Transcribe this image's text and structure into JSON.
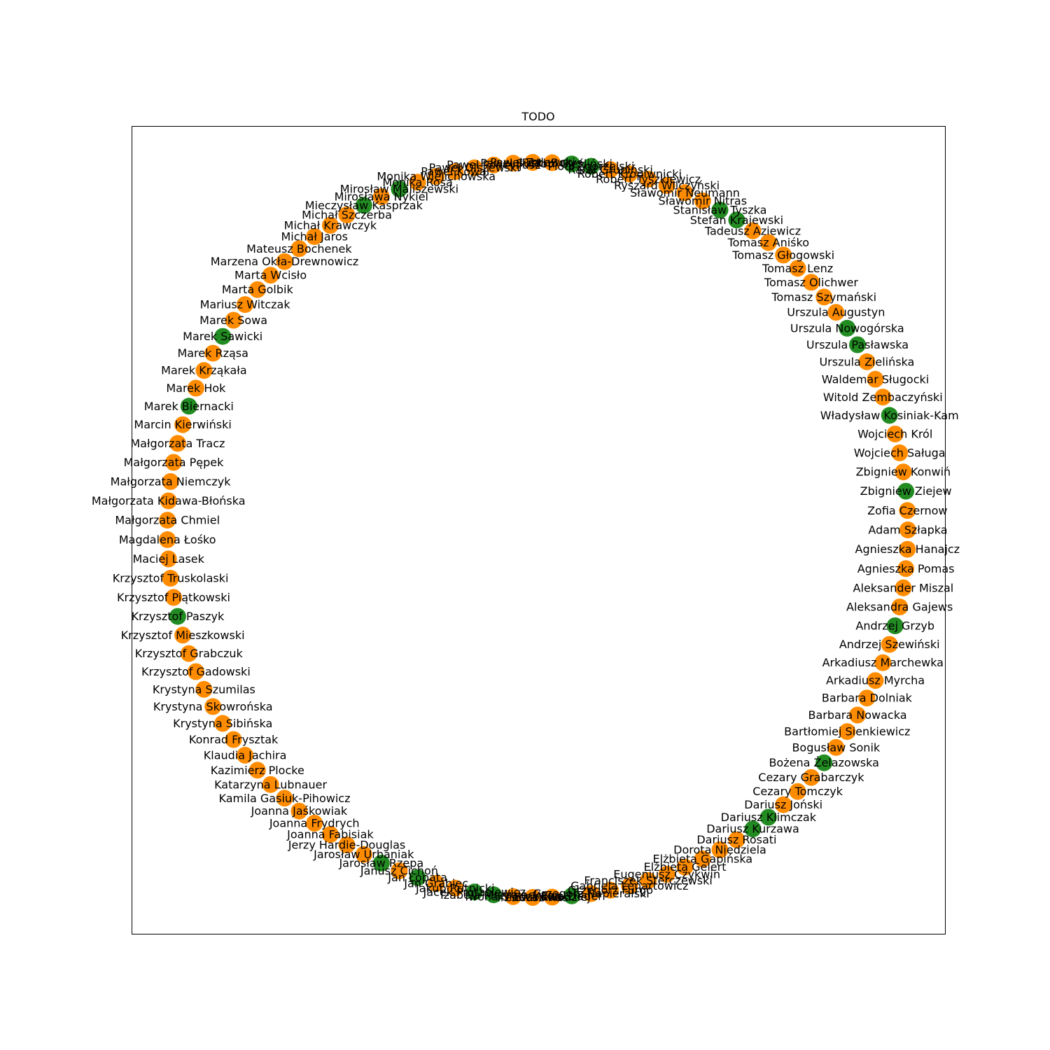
{
  "title": "TODO",
  "colors": {
    "orange": "#ff8c00",
    "green": "#228b22",
    "frame": "#000000",
    "background": "#ffffff"
  },
  "nodes": [
    {
      "label": "Zofia Czernow",
      "color": "orange"
    },
    {
      "label": "Zbigniew Ziejew",
      "color": "green"
    },
    {
      "label": "Zbigniew Konwiń",
      "color": "orange"
    },
    {
      "label": "Wojciech Saługa",
      "color": "orange"
    },
    {
      "label": "Wojciech Król",
      "color": "orange"
    },
    {
      "label": "Władysław Kosiniak-Kam",
      "color": "green"
    },
    {
      "label": "Witold Zembaczyński",
      "color": "orange"
    },
    {
      "label": "Waldemar Sługocki",
      "color": "orange"
    },
    {
      "label": "Urszula Zielińska",
      "color": "orange"
    },
    {
      "label": "Urszula Pasławska",
      "color": "green"
    },
    {
      "label": "Urszula Nowogórska",
      "color": "green"
    },
    {
      "label": "Urszula Augustyn",
      "color": "orange"
    },
    {
      "label": "Tomasz Szymański",
      "color": "orange"
    },
    {
      "label": "Tomasz Olichwer",
      "color": "orange"
    },
    {
      "label": "Tomasz Lenz",
      "color": "orange"
    },
    {
      "label": "Tomasz Głogowski",
      "color": "orange"
    },
    {
      "label": "Tomasz Aniśko",
      "color": "orange"
    },
    {
      "label": "Tadeusz Aziewicz",
      "color": "orange"
    },
    {
      "label": "Stefan Krajewski",
      "color": "green"
    },
    {
      "label": "Stanisław Tyszka",
      "color": "green"
    },
    {
      "label": "Sławomir Nitras",
      "color": "orange"
    },
    {
      "label": "Sławomir Neumann",
      "color": "orange"
    },
    {
      "label": "Ryszard Wilczyński",
      "color": "orange"
    },
    {
      "label": "Robert Tyszkiewicz",
      "color": "orange"
    },
    {
      "label": "Robert Kropiwnicki",
      "color": "orange"
    },
    {
      "label": "Rafał Grupiński",
      "color": "orange"
    },
    {
      "label": "Piotr Zgorzelski",
      "color": "green"
    },
    {
      "label": "Piotr Cieśliński",
      "color": "green"
    },
    {
      "label": "Piotr Borys",
      "color": "orange"
    },
    {
      "label": "Paweł Zalewski",
      "color": "orange"
    },
    {
      "label": "Paweł Suski",
      "color": "orange"
    },
    {
      "label": "Paweł Poncyljusz",
      "color": "orange"
    },
    {
      "label": "Paweł Olszewski",
      "color": "orange"
    },
    {
      "label": "Paweł Kowal",
      "color": "orange"
    },
    {
      "label": "Monika Wielichowska",
      "color": "orange"
    },
    {
      "label": "Monika Rosa",
      "color": "orange"
    },
    {
      "label": "Mirosław Maliszewski",
      "color": "green"
    },
    {
      "label": "Mirosława Nykiel",
      "color": "orange"
    },
    {
      "label": "Mieczysław Kasprzak",
      "color": "green"
    },
    {
      "label": "Michał Szczerba",
      "color": "orange"
    },
    {
      "label": "Michał Krawczyk",
      "color": "orange"
    },
    {
      "label": "Michał Jaros",
      "color": "orange"
    },
    {
      "label": "Mateusz Bochenek",
      "color": "orange"
    },
    {
      "label": "Marzena Okła-Drewnowicz",
      "color": "orange"
    },
    {
      "label": "Marta Wcisło",
      "color": "orange"
    },
    {
      "label": "Marta Golbik",
      "color": "orange"
    },
    {
      "label": "Mariusz Witczak",
      "color": "orange"
    },
    {
      "label": "Marek Sowa",
      "color": "orange"
    },
    {
      "label": "Marek Sawicki",
      "color": "green"
    },
    {
      "label": "Marek Rząsa",
      "color": "orange"
    },
    {
      "label": "Marek Krząkała",
      "color": "orange"
    },
    {
      "label": "Marek Hok",
      "color": "orange"
    },
    {
      "label": "Marek Biernacki",
      "color": "green"
    },
    {
      "label": "Marcin Kierwiński",
      "color": "orange"
    },
    {
      "label": "Małgorzata Tracz",
      "color": "orange"
    },
    {
      "label": "Małgorzata Pępek",
      "color": "orange"
    },
    {
      "label": "Małgorzata Niemczyk",
      "color": "orange"
    },
    {
      "label": "Małgorzata Kidawa-Błońska",
      "color": "orange"
    },
    {
      "label": "Małgorzata Chmiel",
      "color": "orange"
    },
    {
      "label": "Magdalena Łośko",
      "color": "orange"
    },
    {
      "label": "Maciej Lasek",
      "color": "orange"
    },
    {
      "label": "Krzysztof Truskolaski",
      "color": "orange"
    },
    {
      "label": "Krzysztof Piątkowski",
      "color": "orange"
    },
    {
      "label": "Krzysztof Paszyk",
      "color": "green"
    },
    {
      "label": "Krzysztof Mieszkowski",
      "color": "orange"
    },
    {
      "label": "Krzysztof Grabczuk",
      "color": "orange"
    },
    {
      "label": "Krzysztof Gadowski",
      "color": "orange"
    },
    {
      "label": "Krystyna Szumilas",
      "color": "orange"
    },
    {
      "label": "Krystyna Skowrońska",
      "color": "orange"
    },
    {
      "label": "Krystyna Sibińska",
      "color": "orange"
    },
    {
      "label": "Konrad Frysztak",
      "color": "orange"
    },
    {
      "label": "Klaudia Jachira",
      "color": "orange"
    },
    {
      "label": "Kazimierz Plocke",
      "color": "orange"
    },
    {
      "label": "Katarzyna Lubnauer",
      "color": "orange"
    },
    {
      "label": "Kamila Gasiuk-Pihowicz",
      "color": "orange"
    },
    {
      "label": "Joanna Jaśkowiak",
      "color": "orange"
    },
    {
      "label": "Joanna Frydrych",
      "color": "orange"
    },
    {
      "label": "Joanna Fabisiak",
      "color": "orange"
    },
    {
      "label": "Jerzy Hardie-Douglas",
      "color": "orange"
    },
    {
      "label": "Jarosław Urbaniak",
      "color": "orange"
    },
    {
      "label": "Jarosław Rzepa",
      "color": "green"
    },
    {
      "label": "Janusz Cichoń",
      "color": "orange"
    },
    {
      "label": "Jan Łopata",
      "color": "green"
    },
    {
      "label": "Jan Grabiec",
      "color": "orange"
    },
    {
      "label": "Jakub Rutnicki",
      "color": "orange"
    },
    {
      "label": "Jacek Protasiewicz",
      "color": "green"
    },
    {
      "label": "Izabela Mrzygłocka",
      "color": "green"
    },
    {
      "label": "Iwona Śledzińska",
      "color": "orange"
    },
    {
      "label": "Ireneusz Raś",
      "color": "orange"
    },
    {
      "label": "Ewa Kołodziej",
      "color": "orange"
    },
    {
      "label": "Ewa Lieder",
      "color": "green"
    },
    {
      "label": "Grzegorz Napieralski",
      "color": "orange"
    },
    {
      "label": "Grzegorz Furgo",
      "color": "orange"
    },
    {
      "label": "Gabriela Lenartowicz",
      "color": "orange"
    },
    {
      "label": "Franciszek Sterczewski",
      "color": "orange"
    },
    {
      "label": "Eugeniusz Czykwin",
      "color": "orange"
    },
    {
      "label": "Elżbieta Gelert",
      "color": "orange"
    },
    {
      "label": "Elżbieta Gapińska",
      "color": "orange"
    },
    {
      "label": "Dorota Niedziela",
      "color": "orange"
    },
    {
      "label": "Dariusz Rosati",
      "color": "orange"
    },
    {
      "label": "Dariusz Kurzawa",
      "color": "green"
    },
    {
      "label": "Dariusz Klimczak",
      "color": "green"
    },
    {
      "label": "Dariusz Joński",
      "color": "orange"
    },
    {
      "label": "Cezary Tomczyk",
      "color": "orange"
    },
    {
      "label": "Cezary Grabarczyk",
      "color": "orange"
    },
    {
      "label": "Bożena Żelazowska",
      "color": "green"
    },
    {
      "label": "Bogusław Sonik",
      "color": "orange"
    },
    {
      "label": "Bartłomiej Sienkiewicz",
      "color": "orange"
    },
    {
      "label": "Barbara Nowacka",
      "color": "orange"
    },
    {
      "label": "Barbara Dolniak",
      "color": "orange"
    },
    {
      "label": "Arkadiusz Myrcha",
      "color": "orange"
    },
    {
      "label": "Arkadiusz Marchewka",
      "color": "orange"
    },
    {
      "label": "Andrzej Szewiński",
      "color": "orange"
    },
    {
      "label": "Andrzej Grzyb",
      "color": "green"
    },
    {
      "label": "Aleksandra Gajews",
      "color": "orange"
    },
    {
      "label": "Aleksander Miszal",
      "color": "orange"
    },
    {
      "label": "Agnieszka Pomas",
      "color": "orange"
    },
    {
      "label": "Agnieszka Hanajcz",
      "color": "orange"
    },
    {
      "label": "Adam Szłapka",
      "color": "orange"
    }
  ]
}
